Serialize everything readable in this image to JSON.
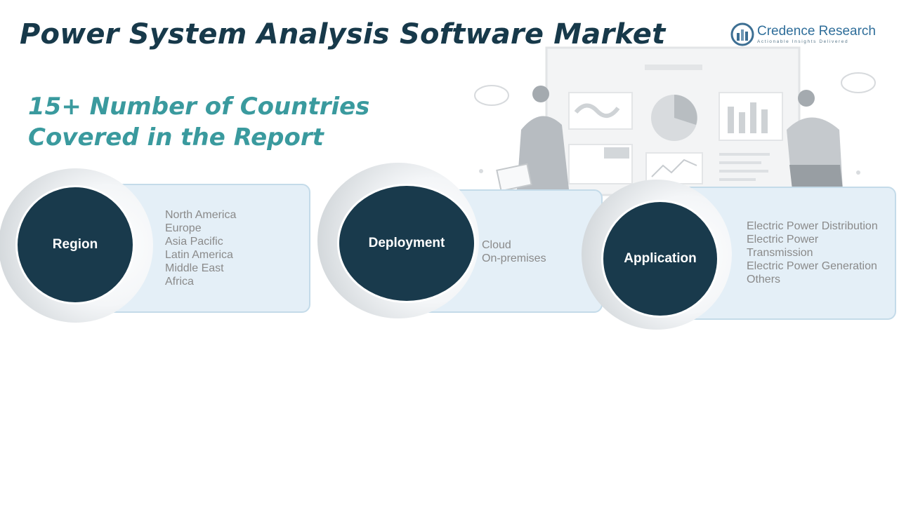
{
  "header": {
    "title": "Power System Analysis Software Market"
  },
  "logo": {
    "name": "Credence Research",
    "tagline": "Actionable Insights Delivered"
  },
  "highlight": {
    "line1": "15+ Number of Countries",
    "line2": "Covered in the Report"
  },
  "segments": [
    {
      "label": "Region",
      "items": [
        "North America",
        "Europe",
        "Asia Pacific",
        "Latin America",
        "Middle East",
        "Africa"
      ]
    },
    {
      "label": "Deployment",
      "items": [
        "Cloud",
        "On-premises"
      ]
    },
    {
      "label": "Application",
      "items": [
        "Electric Power Distribution",
        "Electric Power",
        "Transmission",
        "Electric Power Generation",
        "Others"
      ]
    }
  ],
  "colors": {
    "title": "#17394a",
    "highlight": "#3a9a9e",
    "circle": "#193a4c",
    "box": "#e4eff7",
    "item_text": "#8a8a8a"
  }
}
